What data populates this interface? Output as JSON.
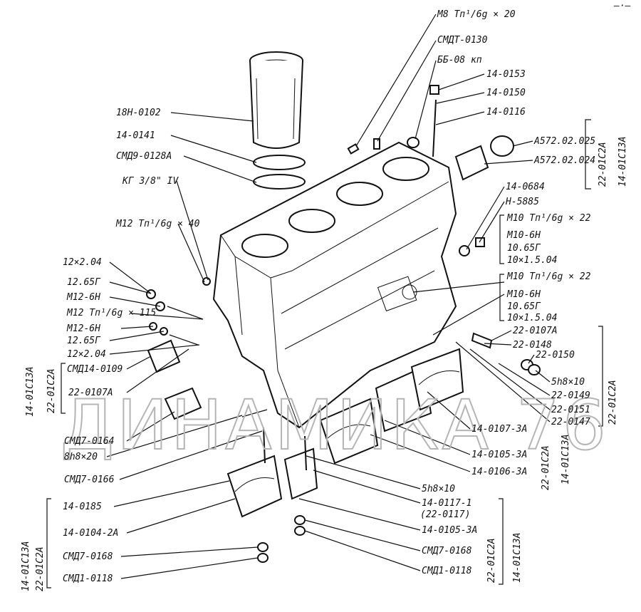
{
  "corner_text": "—·—",
  "watermark": "ДИНАМИКА 76",
  "labels": {
    "m8": "М8 Тп¹/6g × 20",
    "smdt0130": "СМДТ-0130",
    "b0_08kp": "ББ-08 кп",
    "l14_0153": "14-0153",
    "l14_0150": "14-0150",
    "l14_0116": "14-0116",
    "a57_025": "А572.02.025",
    "a57_024": "А572.02.024",
    "l18n0102": "18Н-0102",
    "l14_0141": "14-0141",
    "smd9_0128a": "СМД9-0128А",
    "kg38": "КГ 3/8\" IV",
    "m12_40": "М12 Тп¹/6g × 40",
    "l14_0684": "14-0684",
    "n5885": "Н-5885",
    "m10_22a": "М10 Тп¹/6g × 22",
    "m10_6n_a": "М10-6Н",
    "l10_65g_a": "10.65Г",
    "l10_15_04_a": "10×1.5.04",
    "m10_22b": "М10 Тп¹/6g × 22",
    "m10_6n_b": "М10-6Н",
    "l10_65g_b": "10.65Г",
    "l10_15_04_b": "10×1.5.04",
    "l12_2_04_a": "12×2.04",
    "l12_65g_a": "12.65Г",
    "m12_6n_a": "М12-6Н",
    "m12_115": "М12 Тп¹/6g × 115",
    "m12_6n_b": "М12-6Н",
    "l12_65g_b": "12.65Г",
    "l12_2_04_b": "12×2.04",
    "smd14_0109": "СМД14-0109",
    "l22_0107a_left": "22-0107А",
    "smd7_0164": "СМД7-0164",
    "l8h8_20": "8h8×20",
    "smd7_0166": "СМД7-0166",
    "l14_0185": "14-0185",
    "l14_0104_2a": "14-0104-2А",
    "smd7_0168_left": "СМД7-0168",
    "smd1_0118_left": "СМД1-0118",
    "l22_0107a_right": "22-0107А",
    "l22_0148": "22-0148",
    "l22_0150": "22-0150",
    "l5h8_10_r": "5h8×10",
    "l22_0149": "22-0149",
    "l22_0151": "22-0151",
    "l22_0147": "22-0147",
    "l14_0107_3a": "14-0107-3А",
    "l14_0105_3a_r": "14-0105-3А",
    "l14_0106_3a": "14-0106-3А",
    "l5h8_10_c": "5h8×10",
    "l14_0117_1": "14-0117-1",
    "l22_0117": "(22-0117)",
    "l14_0105_3a_b": "14-0105-3А",
    "smd7_0168_b": "СМД7-0168",
    "smd1_0118_b": "СМД1-0118"
  },
  "brackets": {
    "right_top_a": "22-01С2А",
    "right_top_b": "14-01С13А",
    "left_mid_a": "14-01С13А",
    "left_mid_b": "22-01С2А",
    "right_mid": "22-01С2А",
    "right_mid_b": "14-01С13А",
    "right_far": "22-01С2А",
    "left_bot_a": "14-01С13А",
    "left_bot_b": "22-01С2А",
    "bot_c_a": "22-01С2А",
    "bot_c_b": "14-01С13А"
  }
}
